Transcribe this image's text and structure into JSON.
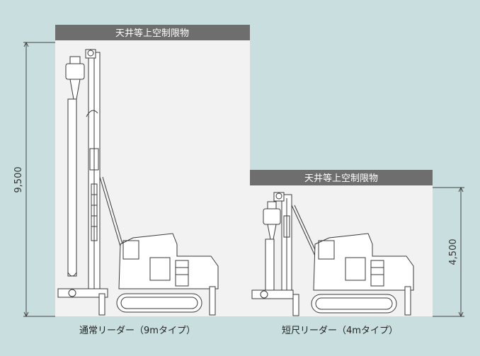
{
  "colors": {
    "background": "#c9dfdf",
    "panel": "#f2f2f2",
    "band": "#6e6e6e",
    "band_text": "#ffffff",
    "line": "#3a3a3a"
  },
  "tall_zone": {
    "ceiling_label": "天井等上空制限物",
    "height_label": "9,500",
    "caption": "通常リーダー（9mタイプ）"
  },
  "short_zone": {
    "ceiling_label": "天井等上空制限物",
    "height_label": "4,500",
    "caption": "短尺リーダー（4mタイプ）"
  }
}
